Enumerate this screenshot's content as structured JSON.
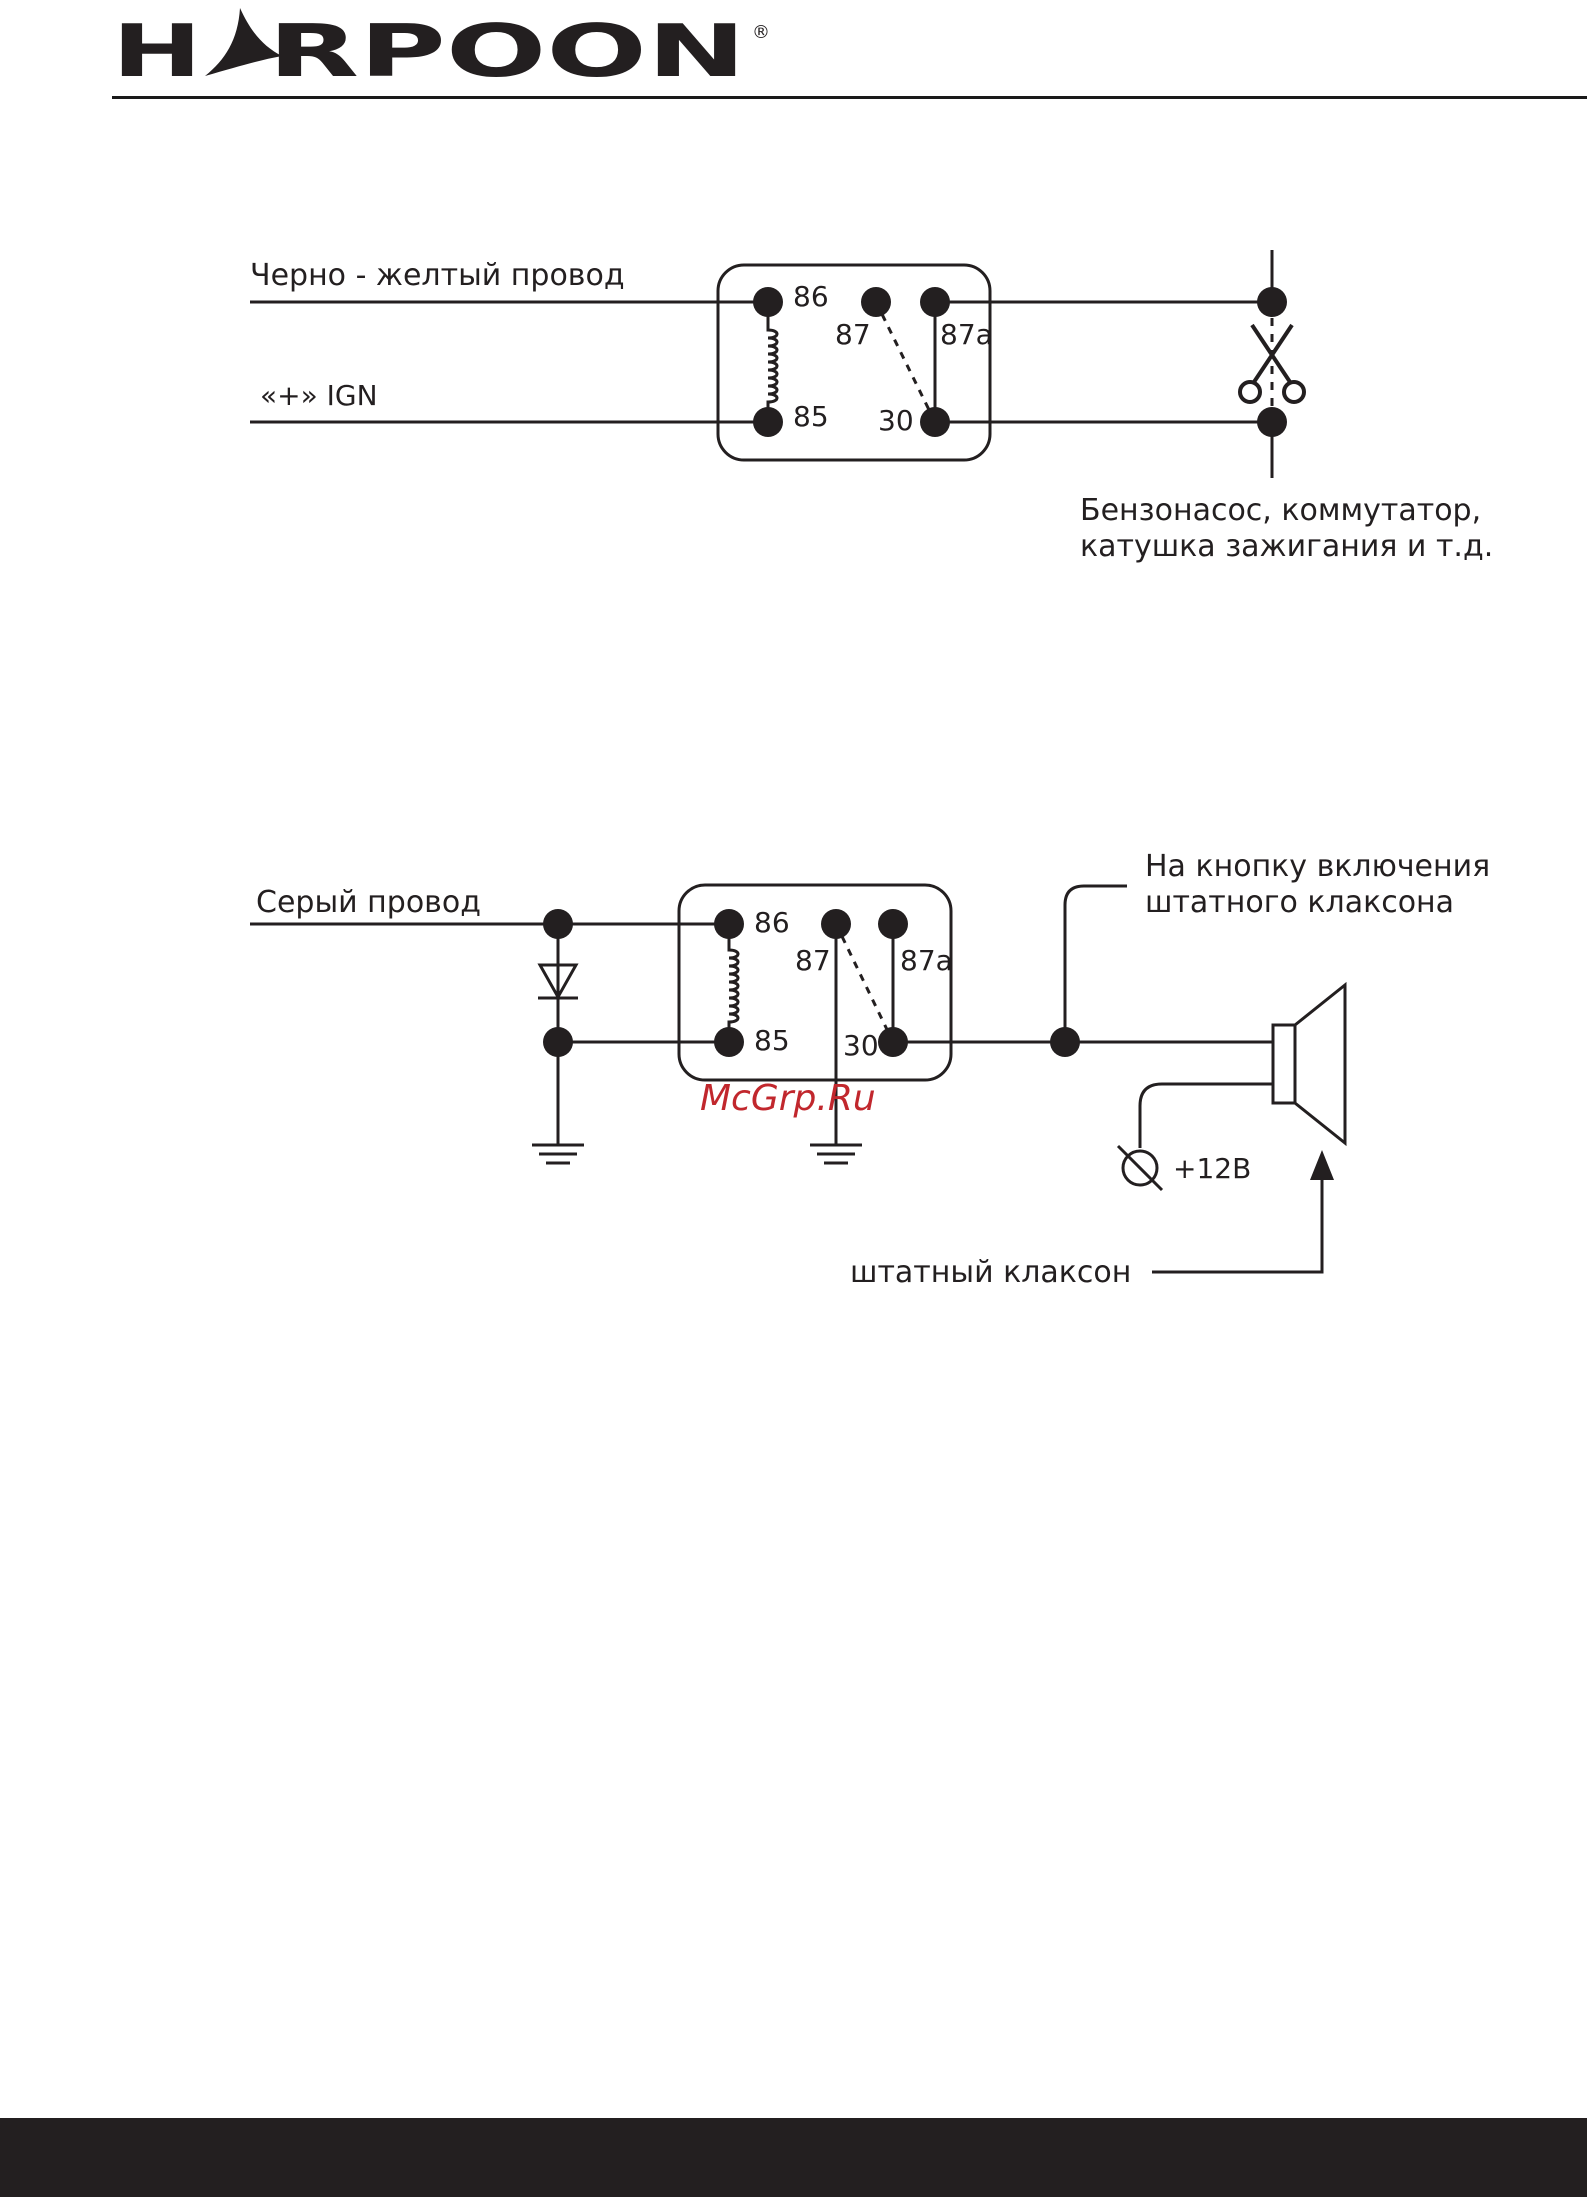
{
  "brand": {
    "name": "HARPOON",
    "registered": "®"
  },
  "watermark": "McGrp.Ru",
  "colors": {
    "ink": "#231f20",
    "watermark": "#c1272d",
    "footer": "#231f20"
  },
  "diagram1": {
    "wire_top_label": "Черно - желтый провод",
    "wire_bottom_label": "«+» IGN",
    "pins": {
      "p86": "86",
      "p87": "87",
      "p87a": "87a",
      "p85": "85",
      "p30": "30"
    },
    "load_label_line1": "Бензонасос, коммутатор,",
    "load_label_line2": "катушка зажигания и т.д.",
    "cut_icon": "scissors-icon"
  },
  "diagram2": {
    "wire_label": "Серый провод",
    "pins": {
      "p86": "86",
      "p87": "87",
      "p87a": "87a",
      "p85": "85",
      "p30": "30"
    },
    "button_label_line1": "На кнопку включения",
    "button_label_line2": "штатного клаксона",
    "supply_label": "+12В",
    "horn_label": "штатный клаксон",
    "icons": [
      "diode-icon",
      "ground-icon",
      "horn-icon",
      "fuse-icon"
    ]
  }
}
